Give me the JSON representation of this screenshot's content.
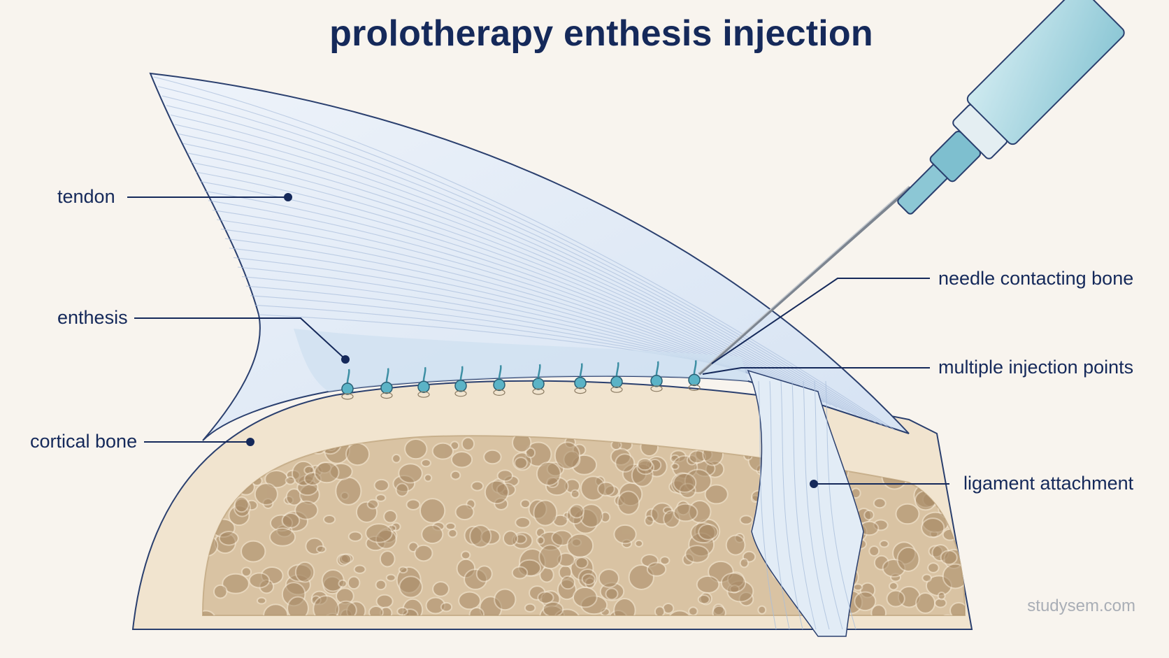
{
  "title": "prolotherapy enthesis injection",
  "labels": {
    "tendon": "tendon",
    "enthesis": "enthesis",
    "cortical_bone": "cortical bone",
    "needle": "needle contacting bone",
    "injection_points": "multiple injection points",
    "ligament": "ligament attachment"
  },
  "watermark": "studysem.com",
  "colors": {
    "background": "#f8f4ee",
    "text": "#15295a",
    "tendon": "#dde8f5",
    "cortical": "#f1e4cf",
    "cancellous": "#d9c3a3",
    "injection": "#5bb3c6",
    "syringe": "#a8d6e0"
  }
}
